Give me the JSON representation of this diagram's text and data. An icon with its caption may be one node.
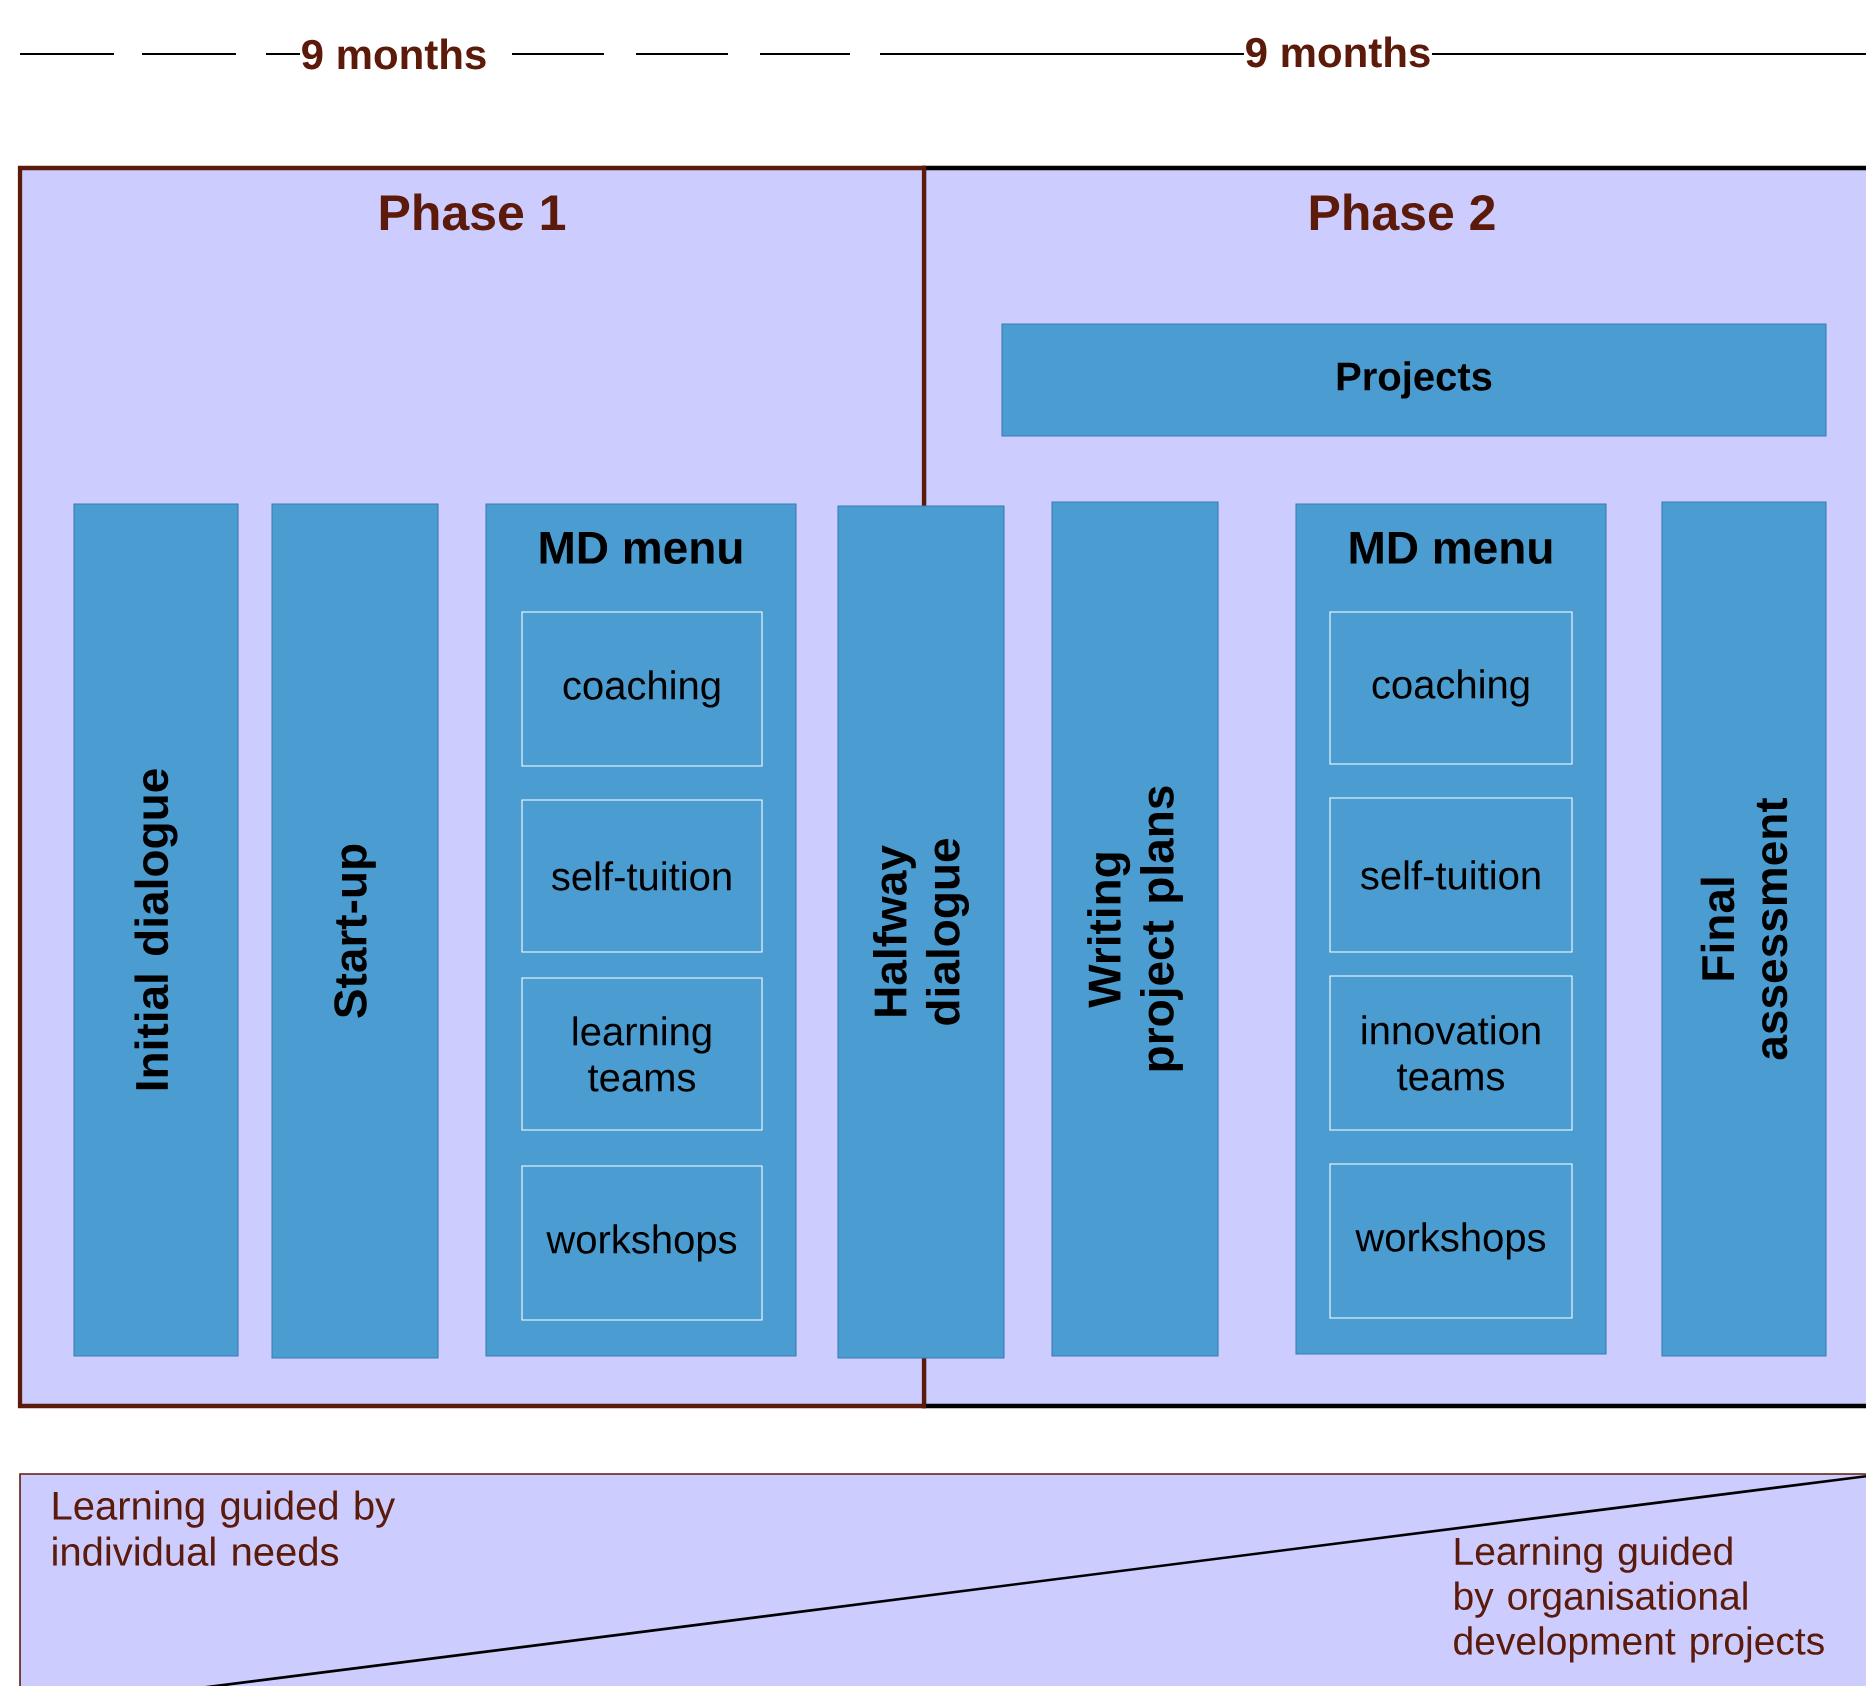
{
  "diagram": {
    "nodes": [
      {
        "text": [
          "Phase 1"
        ]
      },
      {
        "text": [
          "Initial dialogue"
        ],
        "in": 0
      },
      {
        "text": [
          "Start-up"
        ],
        "in": 0
      },
      {
        "text": [
          "MD menu"
        ],
        "in": 0
      },
      {
        "text": [
          "coaching"
        ],
        "in": 3
      },
      {
        "text": [
          "self-tuition"
        ],
        "in": 3
      },
      {
        "text": [
          "learning teams"
        ],
        "in": 3
      },
      {
        "text": [
          "workshops"
        ],
        "in": 3
      },
      {
        "text": [
          "Halfway dialogue"
        ]
      },
      {
        "text": [
          "Phase 2"
        ]
      },
      {
        "text": [
          "Projects"
        ],
        "in": 9
      },
      {
        "text": [
          "Writing project plans"
        ],
        "in": 9
      },
      {
        "text": [
          "MD menu"
        ],
        "in": 9
      },
      {
        "text": [
          "coaching"
        ],
        "in": 12
      },
      {
        "text": [
          "self-tuition"
        ],
        "in": 12
      },
      {
        "text": [
          "innovation teams"
        ],
        "in": 12
      },
      {
        "text": [
          "workshops"
        ],
        "in": 12
      },
      {
        "text": [
          "Final assessment"
        ],
        "in": 9
      },
      {
        "text": [
          "Learning guided by individual needs",
          "Learning guided by organisational development projects"
        ]
      }
    ],
    "labels": [
      "9 months",
      "9 months"
    ]
  }
}
